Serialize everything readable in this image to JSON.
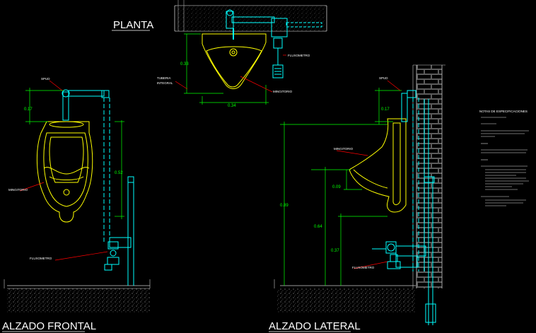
{
  "titles": {
    "planta": "PLANTA",
    "alzado_frontal": "ALZADO FRONTAL",
    "alzado_lateral": "ALZADO LATERAL"
  },
  "labels": {
    "tuberia_integral": "TUBERIA INTEGRAL",
    "mingitorio": "MINGITORIO",
    "fluxometro": "FLUXOMETRO",
    "spud": "SPUD"
  },
  "notes": {
    "heading": "NOTAS DE ESPECIFICACIONES"
  },
  "dimensions": {
    "plan_depth": "0.33",
    "plan_width": "0.34",
    "front_spud_height": "0.17",
    "front_pipe_height": "0.52",
    "side_spud_height": "0.17",
    "side_total_height": "0.89",
    "side_rim_height": "0.64",
    "side_bowl_depth": "0.09",
    "side_flush_height": "0.37"
  },
  "colors": {
    "background": "#000000",
    "fixture": "#ffff00",
    "dimension": "#00ff00",
    "pipe": "#00ffff",
    "annotation": "#ffffff",
    "leader": "#ff0000"
  }
}
